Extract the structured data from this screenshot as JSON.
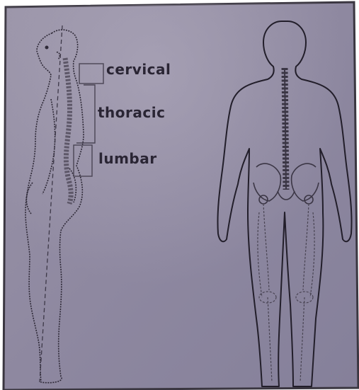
{
  "labels": {
    "cervical": "cervical",
    "thoracic": "thoracic",
    "lumbar": "lumbar"
  },
  "colors": {
    "paper": "#8f899f",
    "ink": "#2a2534",
    "border": "#3a3640"
  }
}
